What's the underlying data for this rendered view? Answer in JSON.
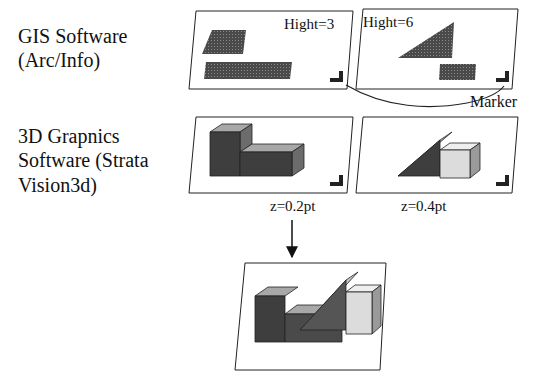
{
  "diagram": {
    "nodes": [
      {
        "text": [
          "Hight=3"
        ]
      },
      {
        "text": [
          "Hight=6"
        ]
      },
      {
        "text": [
          "z=0.2pt"
        ]
      },
      {
        "text": [
          "z=0.4pt"
        ]
      }
    ],
    "labels": [
      "GIS Software (Arc/Info)",
      "3D Grapnics Software (Strata Vision3d)",
      "Marker"
    ]
  }
}
